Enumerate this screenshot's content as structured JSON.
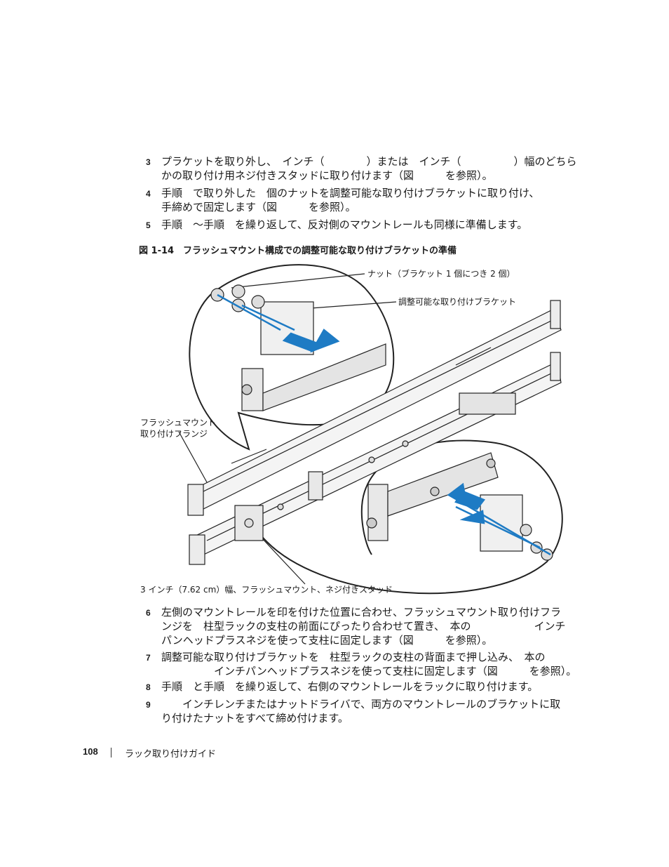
{
  "steps_top": [
    {
      "num": "3",
      "lines": [
        "プラケットを取り外し、　インチ（　　　　）または　インチ（　　　　　）幅のどちら",
        "かの取り付け用ネジ付きスタッドに取り付けます（図　　　を参照）。"
      ]
    },
    {
      "num": "4",
      "lines": [
        "手順　で取り外した　個のナットを調整可能な取り付けブラケットに取り付け、",
        "手締めで固定します（図　　　を参照）。"
      ]
    },
    {
      "num": "5",
      "lines": [
        "手順　～手順　を繰り返して、反対側のマウントレールも同様に準備します。"
      ]
    }
  ],
  "figure": {
    "caption": "図 1-14　フラッシュマウント構成での調整可能な取り付けブラケットの準備",
    "callouts": {
      "nut": "ナット（ブラケット 1 個につき 2 個）",
      "bracket": "調整可能な取り付けブラケット",
      "flange_line1": "フラッシュマウント",
      "flange_line2": "取り付けフランジ",
      "stud": "3 インチ（7.62 cm）幅、フラッシュマウント、ネジ付きスタッド"
    },
    "colors": {
      "arrow": "#1e7bc4",
      "line": "#222222"
    }
  },
  "steps_bottom": [
    {
      "num": "6",
      "lines": [
        "左側のマウントレールを印を付けた位置に合わせ、フラッシュマウント取り付けフラ",
        "ンジを　柱型ラックの支柱の前面にぴったり合わせて置き、　本の　　　　　　インチ",
        "パンヘッドプラスネジを使って支柱に固定します（図　　　を参照）。"
      ]
    },
    {
      "num": "7",
      "lines": [
        "調整可能な取り付けブラケットを　柱型ラックの支柱の背面まで押し込み、　本の",
        "　　　　　インチパンヘッドプラスネジを使って支柱に固定します（図　　　を参照）。"
      ]
    },
    {
      "num": "8",
      "lines": [
        "手順　と手順　を繰り返して、右側のマウントレールをラックに取り付けます。"
      ]
    },
    {
      "num": "9",
      "lines": [
        "　　インチレンチまたはナットドライバで、両方のマウントレールのブラケットに取",
        "り付けたナットをすべて締め付けます。"
      ]
    }
  ],
  "footer": {
    "page_number": "108",
    "title": "ラック取り付けガイド"
  }
}
